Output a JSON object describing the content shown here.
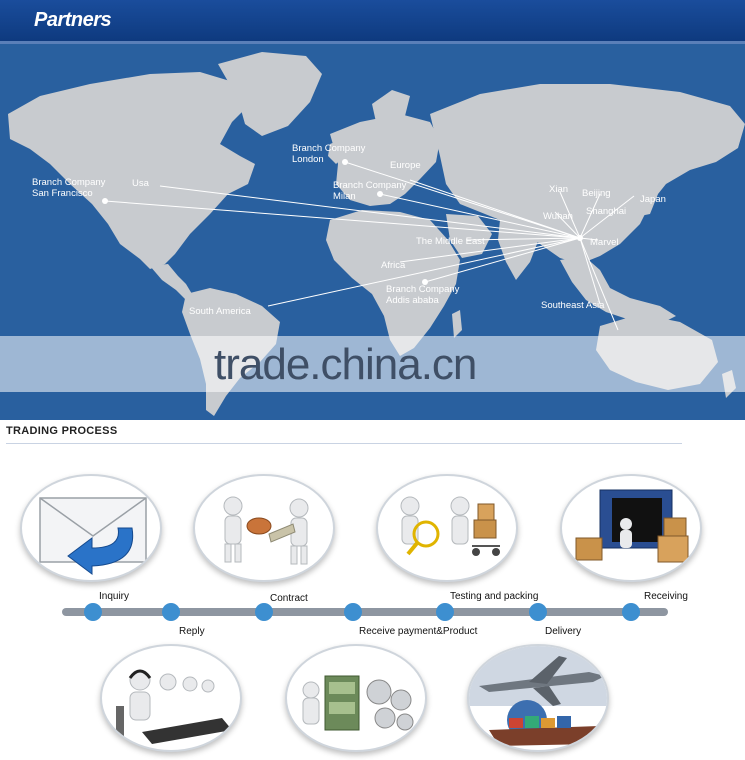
{
  "header": {
    "title": "Partners"
  },
  "map": {
    "labels": [
      {
        "id": "sf",
        "text_lines": [
          "Branch Company",
          "San Francisco"
        ]
      },
      {
        "id": "usa",
        "text_lines": [
          "Usa"
        ]
      },
      {
        "id": "london",
        "text_lines": [
          "Branch Company",
          "London"
        ]
      },
      {
        "id": "europe",
        "text_lines": [
          "Europe"
        ]
      },
      {
        "id": "milan",
        "text_lines": [
          "Branch Company",
          "Milan"
        ]
      },
      {
        "id": "xian",
        "text_lines": [
          "Xian"
        ]
      },
      {
        "id": "beijing",
        "text_lines": [
          "Beijing"
        ]
      },
      {
        "id": "shanghai",
        "text_lines": [
          "Shanghai"
        ]
      },
      {
        "id": "japan",
        "text_lines": [
          "Japan"
        ]
      },
      {
        "id": "wuhan",
        "text_lines": [
          "Wuhan"
        ]
      },
      {
        "id": "middle_east",
        "text_lines": [
          "The Middle East"
        ]
      },
      {
        "id": "marvel",
        "text_lines": [
          "Marvel"
        ]
      },
      {
        "id": "africa",
        "text_lines": [
          "Africa"
        ]
      },
      {
        "id": "addis",
        "text_lines": [
          "Branch Company",
          "Addis ababa"
        ]
      },
      {
        "id": "south_america",
        "text_lines": [
          "South America"
        ]
      },
      {
        "id": "se_asia",
        "text_lines": [
          "Southeast Asia"
        ]
      }
    ],
    "watermark": "trade.china.cn"
  },
  "trading_process": {
    "title": "TRADING  PROCESS",
    "steps": [
      {
        "label": "Inquiry"
      },
      {
        "label": "Reply"
      },
      {
        "label": "Contract"
      },
      {
        "label": "Receive payment&Product"
      },
      {
        "label": "Testing and packing"
      },
      {
        "label": "Delivery"
      },
      {
        "label": "Receiving"
      }
    ]
  },
  "colors": {
    "header_bg": "#0e3a7f",
    "ocean": "#29609f",
    "land": "#c9ccd0",
    "node": "#3d8fd0",
    "timeline": "#8e96a1"
  }
}
